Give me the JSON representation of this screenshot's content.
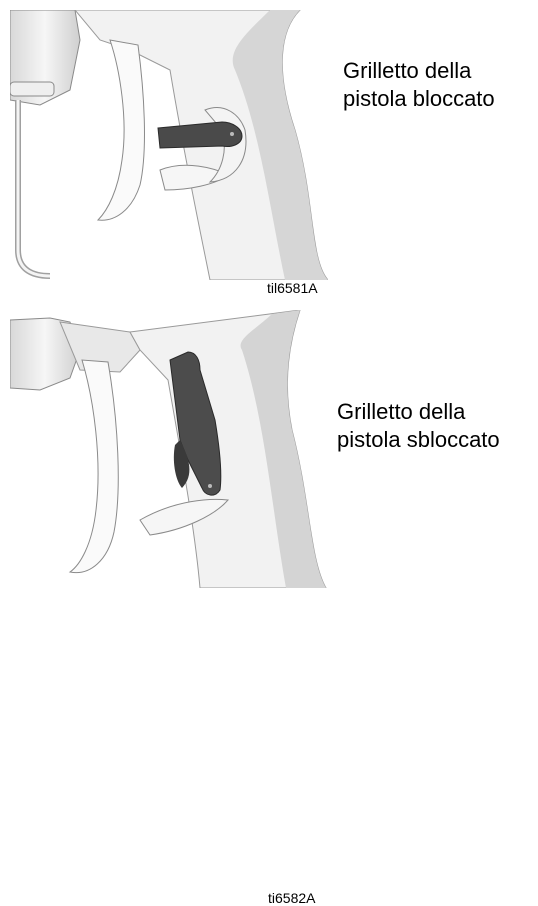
{
  "figures": [
    {
      "caption_line1": "Grilletto della",
      "caption_line2": "pistola bloccato",
      "image_code": "til6581A",
      "trigger_state": "locked"
    },
    {
      "caption_line1": "Grilletto della",
      "caption_line2": "pistola sbloccato",
      "image_code": "ti6582A",
      "trigger_state": "unlocked"
    }
  ],
  "colors": {
    "body": "#f2f2f2",
    "shadow": "#c8c8c8",
    "outline": "#8a8a8a",
    "lock": "#4a4a4a"
  }
}
